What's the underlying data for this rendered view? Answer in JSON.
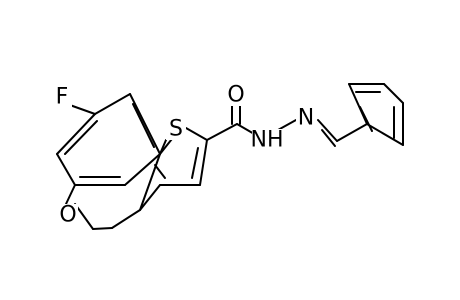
{
  "molecule": {
    "atoms": {
      "fluorine": "F",
      "sulfur": "S",
      "ring_oxygen": "O",
      "carbonyl_oxygen": "O",
      "amide_nh": "NH",
      "imine_n": "N"
    }
  },
  "colors": {
    "bond": "#000000",
    "background": "#ffffff"
  }
}
